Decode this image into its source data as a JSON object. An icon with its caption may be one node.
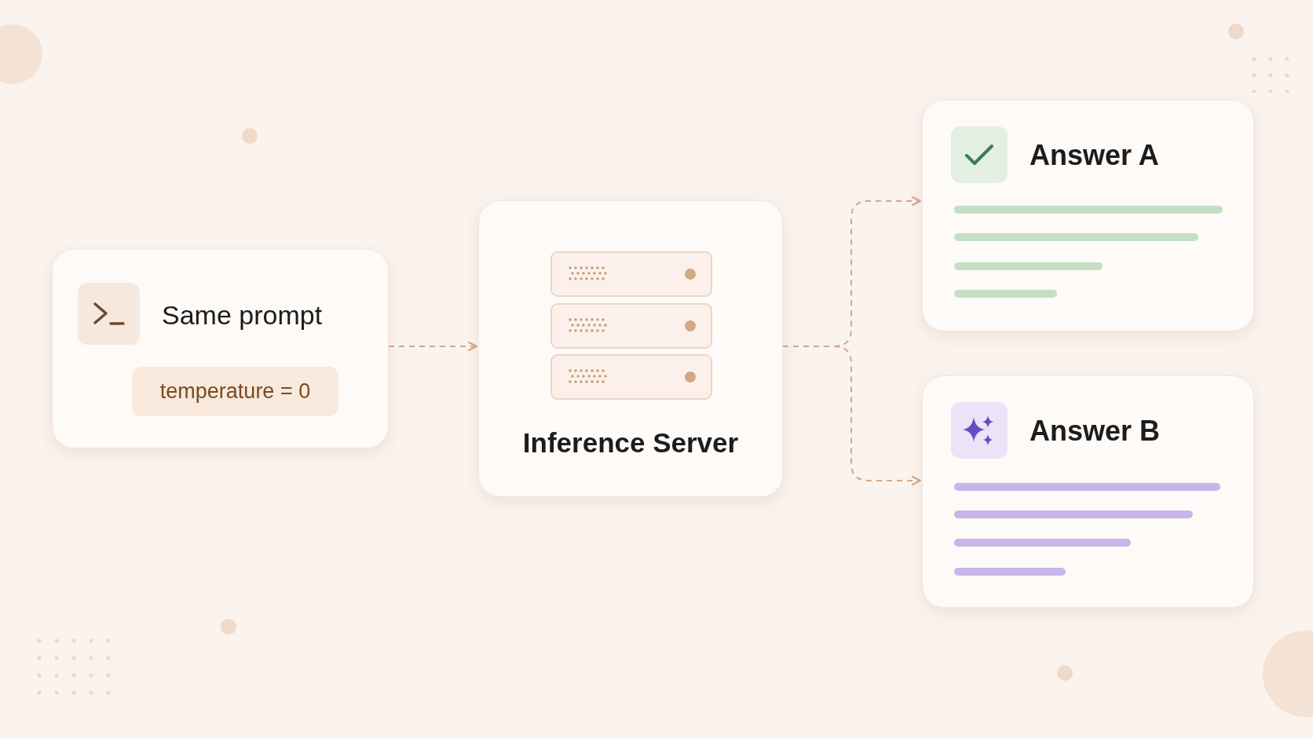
{
  "diagram": {
    "nodes": [
      {
        "text": [
          "Same prompt"
        ]
      },
      {
        "text": [
          "temperature = 0"
        ],
        "in": 0
      },
      {
        "text": [
          "Inference Server"
        ]
      },
      {
        "text": [
          "Answer A"
        ]
      },
      {
        "text": [
          "Answer B"
        ]
      }
    ],
    "edges": [
      {
        "from": 0,
        "to": 2,
        "arrow": "to"
      },
      {
        "from": 2,
        "to": 3,
        "arrow": "to"
      },
      {
        "from": 2,
        "to": 4,
        "arrow": "to"
      }
    ]
  }
}
